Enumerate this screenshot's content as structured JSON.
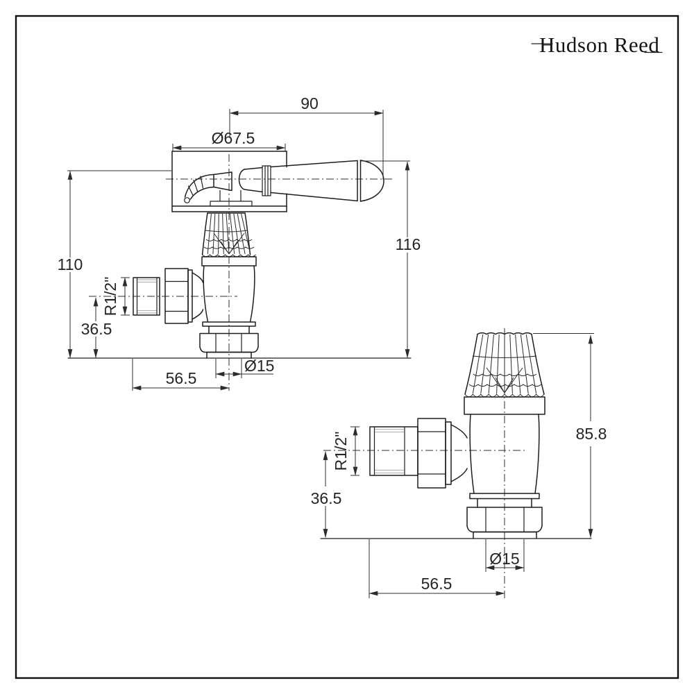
{
  "brand": {
    "name": "Hudson Reed"
  },
  "lever_valve": {
    "handle_length": "90",
    "head_width": "Ø67.5",
    "overall_height": "110",
    "handle_height": "116",
    "inlet_centre_height": "36.5",
    "inlet_thread": "R1/2\"",
    "inlet_projection": "56.5",
    "outlet_diameter": "Ø15"
  },
  "manual_valve": {
    "overall_height": "85.8",
    "inlet_centre_height": "36.5",
    "inlet_thread": "R1/2\"",
    "inlet_projection": "56.5",
    "outlet_diameter": "Ø15"
  }
}
